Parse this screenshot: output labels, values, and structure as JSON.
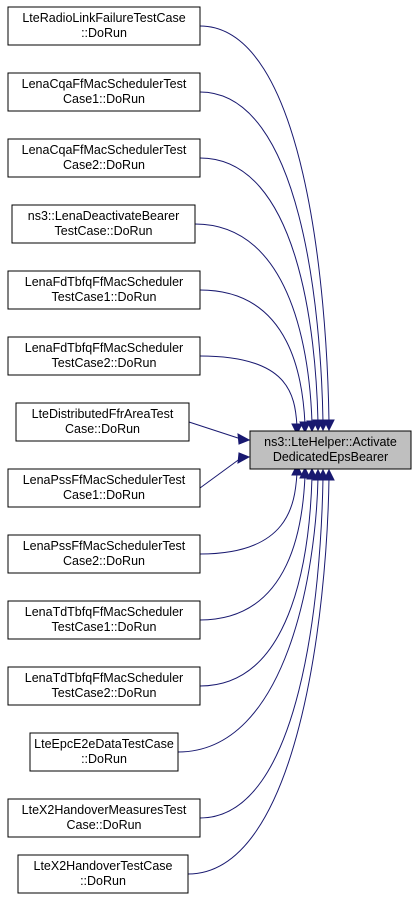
{
  "target": {
    "lines": [
      "ns3::LteHelper::Activate",
      "DedicatedEpsBearer"
    ]
  },
  "callers": [
    {
      "id": "lte-radio-link-failure",
      "lines": [
        "LteRadioLinkFailureTestCase",
        "::DoRun"
      ]
    },
    {
      "id": "lena-cqa-1",
      "lines": [
        "LenaCqaFfMacSchedulerTest",
        "Case1::DoRun"
      ]
    },
    {
      "id": "lena-cqa-2",
      "lines": [
        "LenaCqaFfMacSchedulerTest",
        "Case2::DoRun"
      ]
    },
    {
      "id": "lena-deactivate-bearer",
      "lines": [
        "ns3::LenaDeactivateBearer",
        "TestCase::DoRun"
      ]
    },
    {
      "id": "lena-fd-tbfq-1",
      "lines": [
        "LenaFdTbfqFfMacScheduler",
        "TestCase1::DoRun"
      ]
    },
    {
      "id": "lena-fd-tbfq-2",
      "lines": [
        "LenaFdTbfqFfMacScheduler",
        "TestCase2::DoRun"
      ]
    },
    {
      "id": "lte-distributed-ffr",
      "lines": [
        "LteDistributedFfrAreaTest",
        "Case::DoRun"
      ]
    },
    {
      "id": "lena-pss-1",
      "lines": [
        "LenaPssFfMacSchedulerTest",
        "Case1::DoRun"
      ]
    },
    {
      "id": "lena-pss-2",
      "lines": [
        "LenaPssFfMacSchedulerTest",
        "Case2::DoRun"
      ]
    },
    {
      "id": "lena-td-tbfq-1",
      "lines": [
        "LenaTdTbfqFfMacScheduler",
        "TestCase1::DoRun"
      ]
    },
    {
      "id": "lena-td-tbfq-2",
      "lines": [
        "LenaTdTbfqFfMacScheduler",
        "TestCase2::DoRun"
      ]
    },
    {
      "id": "lte-epc-e2e-data",
      "lines": [
        "LteEpcE2eDataTestCase",
        "::DoRun"
      ]
    },
    {
      "id": "lte-x2-handover-measures",
      "lines": [
        "LteX2HandoverMeasuresTest",
        "Case::DoRun"
      ]
    },
    {
      "id": "lte-x2-handover",
      "lines": [
        "LteX2HandoverTestCase",
        "::DoRun"
      ]
    }
  ],
  "colors": {
    "edge": "#191970",
    "target_fill": "#bfbfbf",
    "node_fill": "#ffffff",
    "border": "#000000"
  }
}
